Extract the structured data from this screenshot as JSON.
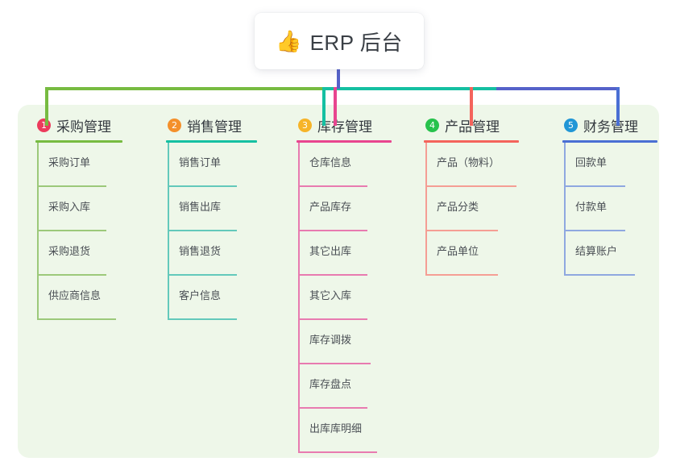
{
  "root": {
    "icon": "thumbs-up-icon",
    "emoji": "👍",
    "title": "ERP 后台"
  },
  "palette": {
    "panel_bg": "#eef7e9",
    "page_bg": "#ffffff",
    "stem": "#5562c9",
    "text_dark": "#34393f",
    "text_item": "#4a4f55"
  },
  "columns": [
    {
      "index": "1",
      "title": "采购管理",
      "badge_color": "#ec3b5c",
      "rule_color": "#77bb41",
      "line_color": "#9cc97a",
      "rule_width": 108,
      "items": [
        {
          "label": "采购订单",
          "rule_width": 86
        },
        {
          "label": "采购入库",
          "rule_width": 86
        },
        {
          "label": "采购退货",
          "rule_width": 86
        },
        {
          "label": "供应商信息",
          "rule_width": 98
        }
      ]
    },
    {
      "index": "2",
      "title": "销售管理",
      "badge_color": "#f4902b",
      "rule_color": "#15c0a2",
      "line_color": "#63c9bb",
      "rule_width": 113,
      "items": [
        {
          "label": "销售订单",
          "rule_width": 86
        },
        {
          "label": "销售出库",
          "rule_width": 86
        },
        {
          "label": "销售退货",
          "rule_width": 86
        },
        {
          "label": "客户信息",
          "rule_width": 86
        }
      ]
    },
    {
      "index": "3",
      "title": "库存管理",
      "badge_color": "#f6b429",
      "rule_color": "#e8458f",
      "line_color": "#e87bb0",
      "rule_width": 118,
      "items": [
        {
          "label": "仓库信息",
          "rule_width": 86
        },
        {
          "label": "产品库存",
          "rule_width": 86
        },
        {
          "label": "其它出库",
          "rule_width": 86
        },
        {
          "label": "其它入库",
          "rule_width": 86
        },
        {
          "label": "库存调拨",
          "rule_width": 90
        },
        {
          "label": "库存盘点",
          "rule_width": 86
        },
        {
          "label": "出库库明细",
          "rule_width": 98
        }
      ]
    },
    {
      "index": "4",
      "title": "产品管理",
      "badge_color": "#27c24c",
      "rule_color": "#f4645c",
      "line_color": "#f59e94",
      "rule_width": 118,
      "items": [
        {
          "label": "产品（物料）",
          "rule_width": 113
        },
        {
          "label": "产品分类",
          "rule_width": 90
        },
        {
          "label": "产品单位",
          "rule_width": 90
        }
      ]
    },
    {
      "index": "5",
      "title": "财务管理",
      "badge_color": "#2196d6",
      "rule_color": "#4a6fd4",
      "line_color": "#8fa8e0",
      "rule_width": 118,
      "items": [
        {
          "label": "回款单",
          "rule_width": 76
        },
        {
          "label": "付款单",
          "rule_width": 76
        },
        {
          "label": "结算账户",
          "rule_width": 88
        }
      ]
    }
  ],
  "connectors": {
    "segments": [
      {
        "name": "bar-green",
        "color": "#77bb41"
      },
      {
        "name": "bar-teal",
        "color": "#15c0a2"
      },
      {
        "name": "bar-purple",
        "color": "#5562c9"
      }
    ],
    "drops": [
      {
        "name": "drop-col1",
        "color": "#77bb41"
      },
      {
        "name": "drop-col2",
        "color": "#15c0a2"
      },
      {
        "name": "drop-col3",
        "color": "#e8458f"
      },
      {
        "name": "drop-col4",
        "color": "#f4645c"
      },
      {
        "name": "drop-col5",
        "color": "#4a6fd4"
      }
    ]
  }
}
